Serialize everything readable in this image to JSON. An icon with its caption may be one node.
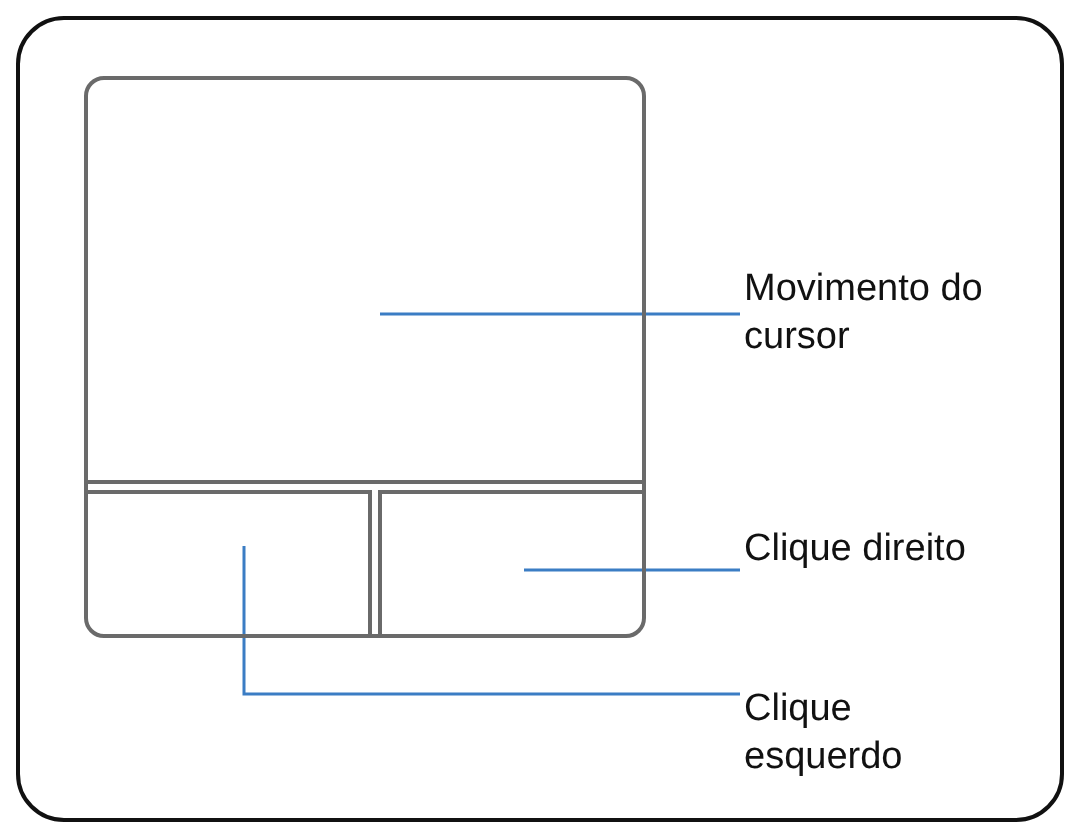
{
  "diagram": {
    "nodes": [
      {
        "text": [],
        "shape": "box"
      },
      {
        "text": [],
        "shape": "box",
        "in": 0
      },
      {
        "text": [],
        "shape": "box",
        "in": 0
      },
      {
        "text": [],
        "shape": "box",
        "in": 0
      },
      {
        "text": [
          "Movimento do cursor"
        ]
      },
      {
        "text": [
          "Clique direito"
        ]
      },
      {
        "text": [
          "Clique esquerdo"
        ]
      }
    ],
    "edges": [
      {
        "from": 4,
        "to": 1,
        "arrow": "none"
      },
      {
        "from": 5,
        "to": 3,
        "arrow": "none"
      },
      {
        "from": 6,
        "to": 2,
        "arrow": "none"
      }
    ]
  }
}
